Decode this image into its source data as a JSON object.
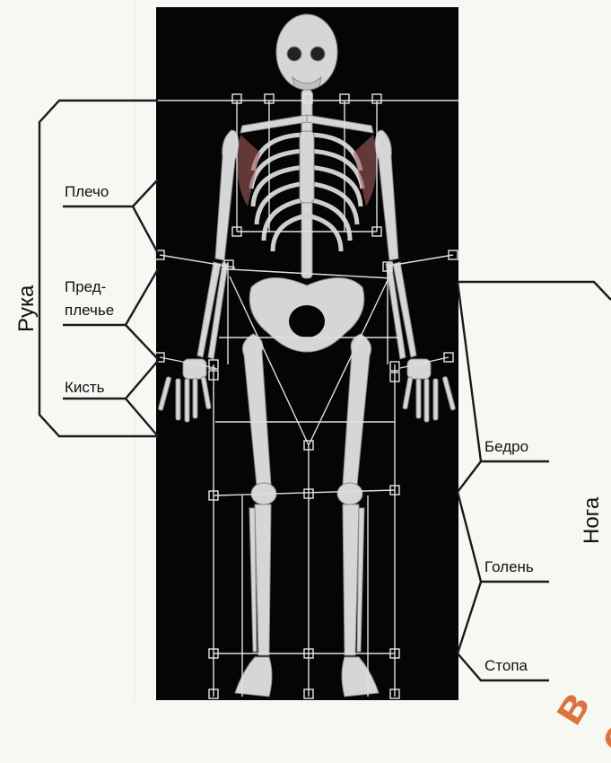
{
  "arm": {
    "group_label": "Рука",
    "segments": [
      "Плечо",
      "Пред-",
      "плечье",
      "Кисть"
    ]
  },
  "leg": {
    "group_label": "Нога",
    "segments": [
      "Бедро",
      "Голень",
      "Стопа"
    ]
  },
  "watermark": "в сфе",
  "colors": {
    "panel": "#050505",
    "bone": "#d6d6d6",
    "bone_shadow": "#9a9a9a",
    "grid_line": "#e0e0e0",
    "bracket": "#1a1a1a",
    "watermark": "#d9662a"
  }
}
